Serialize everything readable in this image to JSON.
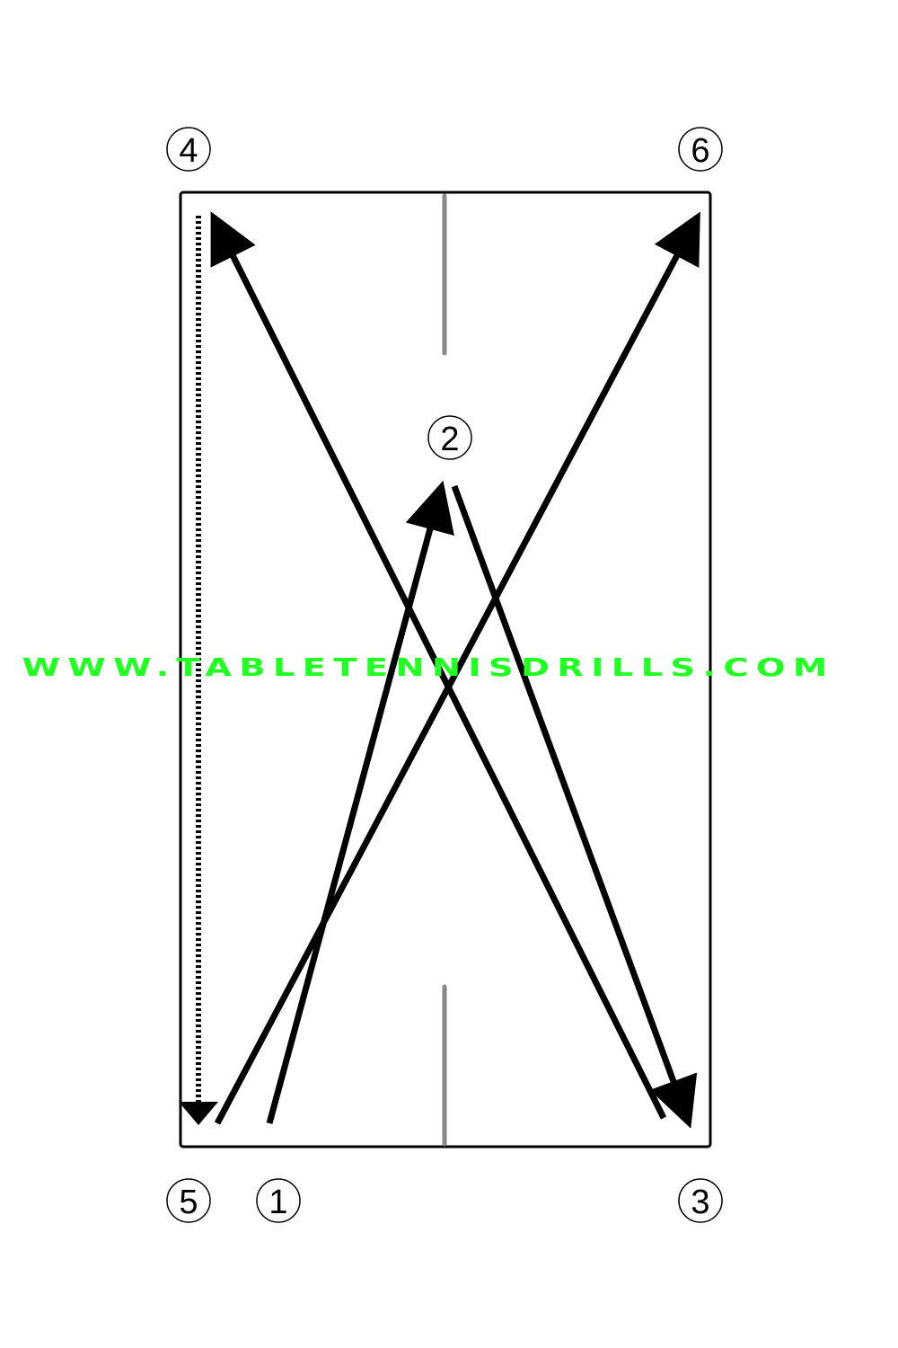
{
  "diagram": {
    "markers": [
      {
        "id": "marker-1",
        "label": "1"
      },
      {
        "id": "marker-2",
        "label": "2"
      },
      {
        "id": "marker-3",
        "label": "3"
      },
      {
        "id": "marker-4",
        "label": "4"
      },
      {
        "id": "marker-5",
        "label": "5"
      },
      {
        "id": "marker-6",
        "label": "6"
      }
    ],
    "watermark": "WWW.TABLETENNISDRILLS.COM",
    "colors": {
      "stroke": "#000000",
      "net": "#888888",
      "watermark": "#22ff22"
    }
  }
}
